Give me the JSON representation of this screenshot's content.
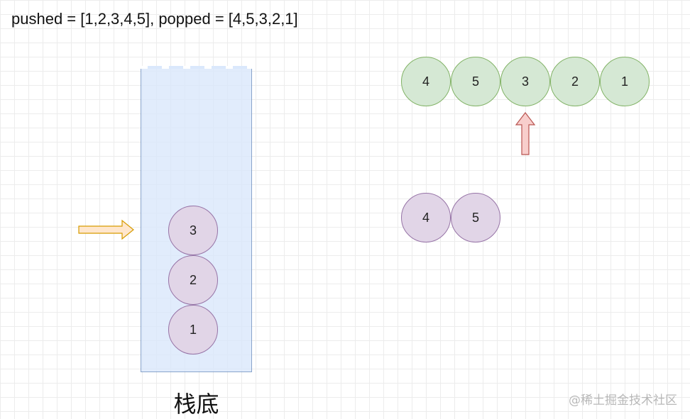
{
  "header": {
    "text": "pushed = [1,2,3,4,5], popped = [4,5,3,2,1]"
  },
  "stack": {
    "label": "栈底",
    "items": [
      "3",
      "2",
      "1"
    ]
  },
  "popped_row": [
    "4",
    "5",
    "3",
    "2",
    "1"
  ],
  "output_row": [
    "4",
    "5"
  ],
  "watermark": "@稀土掘金技术社区",
  "colors": {
    "stack_fill": "#dae8fc",
    "stack_border": "#6c8ebf",
    "purple_fill": "#e1d5e7",
    "purple_border": "#9673a6",
    "green_fill": "#d5e8d4",
    "green_border": "#82b366",
    "push_arrow": "#ffe6cc",
    "pointer_arrow": "#f8cecc"
  },
  "icons": [
    "right-arrow-icon",
    "up-arrow-icon"
  ]
}
